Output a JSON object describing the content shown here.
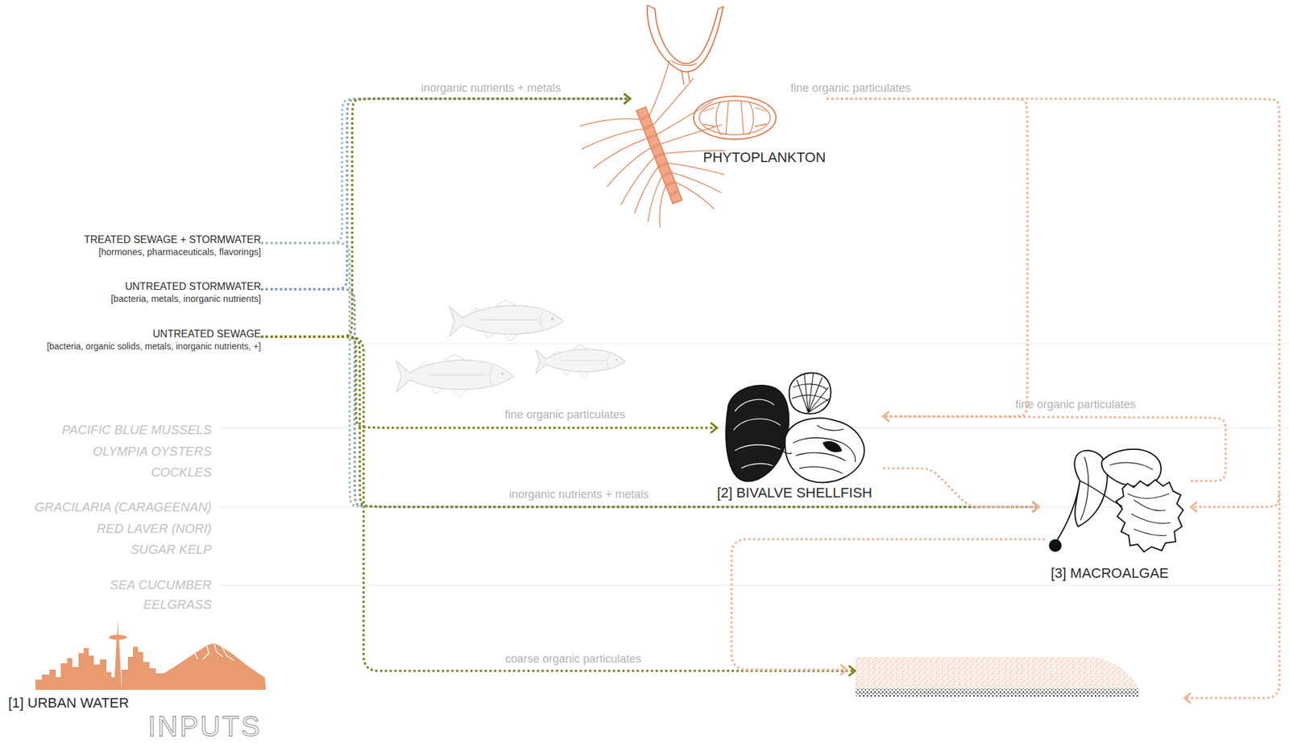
{
  "diagram": {
    "nodes": [
      {
        "text": [
          "PHYTOPLANKTON"
        ]
      },
      {
        "text": [
          "TREATED SEWAGE + STORMWATER",
          "[hormones, pharmaceuticals, flavorings]"
        ]
      },
      {
        "text": [
          "UNTREATED STORMWATER",
          "[bacteria, metals, inorganic nutrients]"
        ]
      },
      {
        "text": [
          "UNTREATED SEWAGE",
          "[bacteria, organic solids, metals, inorganic nutrients, +]"
        ]
      },
      {
        "text": [
          "[2] BIVALVE SHELLFISH"
        ]
      },
      {
        "text": [
          "[3] MACROALGAE"
        ]
      },
      {
        "text": [
          "[1] URBAN WATER"
        ]
      }
    ],
    "edges": [
      {
        "from": 1,
        "to": 0,
        "arrow": "to"
      },
      {
        "from": 2,
        "to": 0,
        "arrow": "to"
      },
      {
        "from": 3,
        "to": 0,
        "label": "inorganic nutrients + metals",
        "arrow": "to"
      },
      {
        "from": 0,
        "to": 4,
        "label": "fine organic particulates",
        "arrow": "to"
      },
      {
        "from": 3,
        "to": 4,
        "label": "fine organic particulates",
        "arrow": "to"
      },
      {
        "from": 5,
        "to": 4,
        "label": "fine organic particulates",
        "arrow": "to"
      },
      {
        "from": 1,
        "to": 5,
        "arrow": "to"
      },
      {
        "from": 2,
        "to": 5,
        "arrow": "to"
      },
      {
        "from": 3,
        "to": 5,
        "label": "inorganic nutrients + metals",
        "arrow": "to"
      },
      {
        "from": 4,
        "to": 5,
        "arrow": "to"
      },
      {
        "from": 0,
        "to": 5,
        "arrow": "to"
      }
    ],
    "labels": [
      "PACIFIC BLUE MUSSELS",
      "OLYMPIA OYSTERS",
      "COCKLES",
      "GRACILARIA (CARAGEENAN)",
      "RED LAVER (NORI)",
      "SUGAR KELP",
      "SEA CUCUMBER",
      "EELGRASS",
      "coarse organic particulates",
      "INPUTS"
    ]
  }
}
